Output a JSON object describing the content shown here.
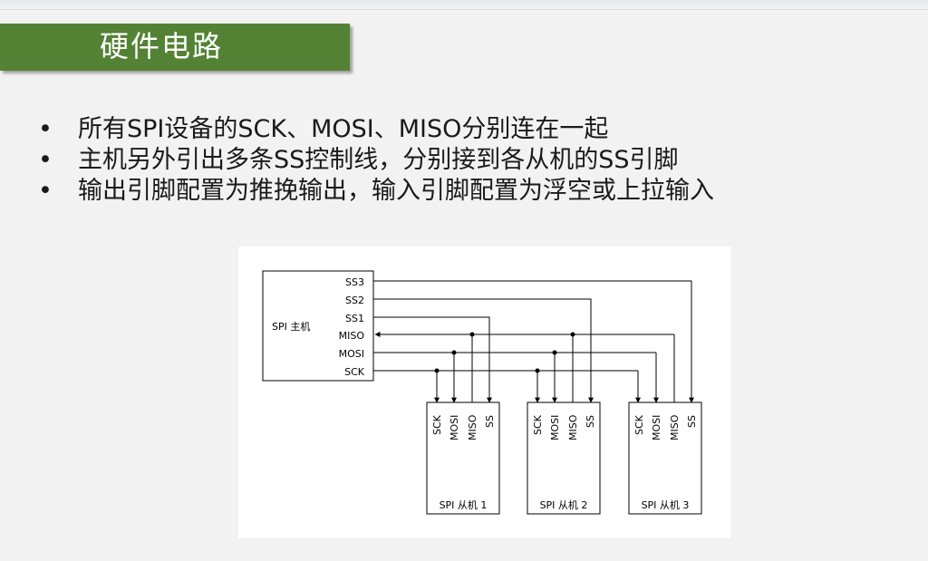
{
  "slide": {
    "title": "硬件电路",
    "bullets": [
      "所有SPI设备的SCK、MOSI、MISO分别连在一起",
      "主机另外引出多条SS控制线，分别接到各从机的SS引脚",
      "输出引脚配置为推挽输出，输入引脚配置为浮空或上拉输入"
    ],
    "bullet_symbol": "•"
  },
  "diagram": {
    "master_label": "SPI 主机",
    "master_pins": [
      "SS3",
      "SS2",
      "SS1",
      "MISO",
      "MOSI",
      "SCK"
    ],
    "slave_pins": [
      "SCK",
      "MOSI",
      "MISO",
      "SS"
    ],
    "slaves": [
      "SPI 从机 1",
      "SPI 从机 2",
      "SPI 从机 3"
    ]
  },
  "colors": {
    "banner": "#548235",
    "background": "#f2f2f2",
    "figure_background": "#ffffff"
  }
}
